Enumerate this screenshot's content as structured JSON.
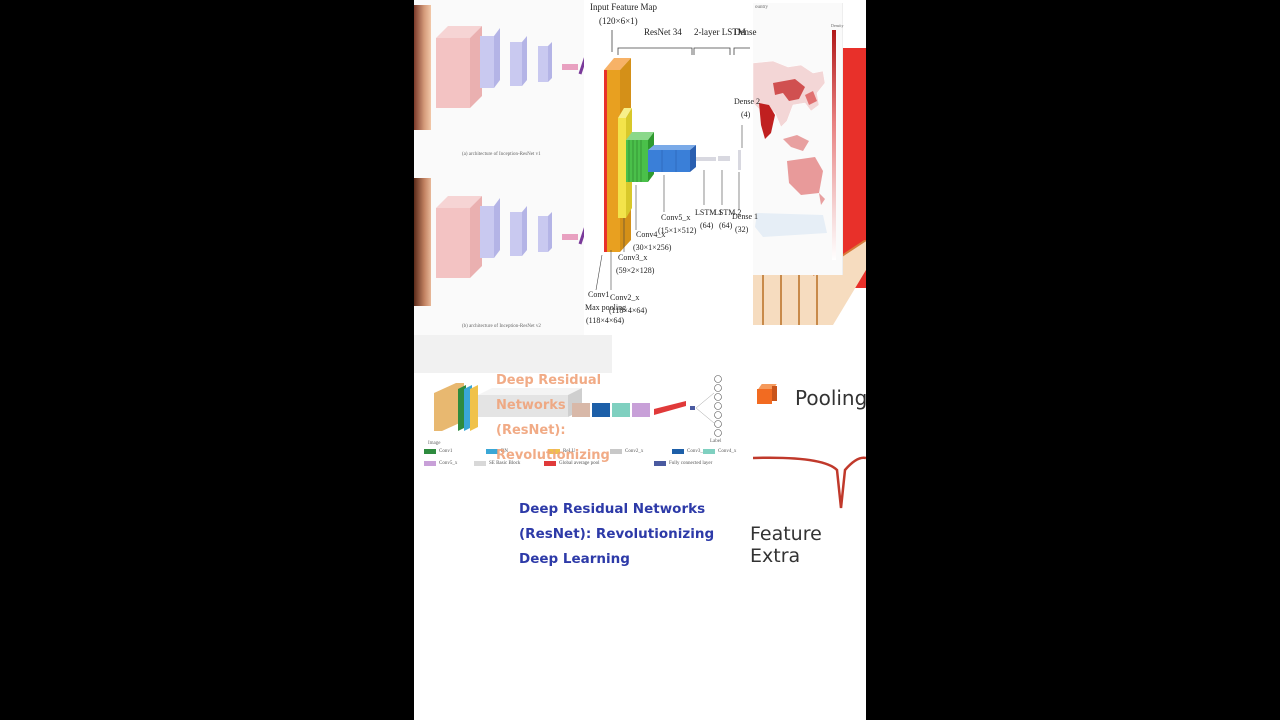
{
  "collage": {
    "inception": {
      "caption_a": "(a) architecture of Inception-ResNet v1",
      "caption_b": "(b) architecture of Inception-ResNet v2"
    },
    "resnet_lstm": {
      "input_label_1": "Input Feature Map",
      "input_label_2": "(120×6×1)",
      "resnet_label": "ResNet 34",
      "lstm_label": "2-layer LSTM",
      "dense_label": "Dense",
      "dense2_label_1": "Dense 2",
      "dense2_label_2": "(4)",
      "conv5_label_1": "Conv5_x",
      "conv5_label_2": "(15×1×512)",
      "conv4_label_1": "Conv4_x",
      "conv4_label_2": "(30×1×256)",
      "conv3_label_1": "Conv3_x",
      "conv3_label_2": "(59×2×128)",
      "conv2_label_1": "Conv2_x",
      "conv2_label_2": "(118×4×64)",
      "conv1_label_1": "Conv1",
      "conv1_label_2": "Max pooling",
      "conv1_label_3": "(118×4×64)",
      "lstm1_label_1": "LSTM 1",
      "lstm1_label_2": "(64)",
      "lstm2_label_1": "LSTM 2",
      "lstm2_label_2": "(64)",
      "dense1_label_1": "Dense 1",
      "dense1_label_2": "(32)"
    },
    "map": {
      "title": "ountry",
      "legend_title": "Density"
    },
    "se_resnet_legend": {
      "image_label": "Image",
      "label_label": "Label",
      "items_row1": [
        {
          "name": "Conv1",
          "color": "#2e8b3e"
        },
        {
          "name": "BN",
          "color": "#3aa7d6"
        },
        {
          "name": "ReLU",
          "color": "#f0c24a"
        },
        {
          "name": "Conv2_x",
          "color": "#c8c8c8"
        },
        {
          "name": "Conv3_x",
          "color": "#1d5fa8"
        },
        {
          "name": "Conv4_x",
          "color": "#7fd0c0"
        }
      ],
      "items_row2": [
        {
          "name": "Conv5_x",
          "color": "#c8a0d8"
        },
        {
          "name": "SE Basic Block",
          "color": "#d8d8d8"
        },
        {
          "name": "Global average pool",
          "color": "#e03a3a"
        },
        {
          "name": "Fully connected layer",
          "color": "#4a5aa0"
        }
      ]
    },
    "right_panel": {
      "pooling_label": "Pooling",
      "feature_label": "Feature Extra"
    }
  },
  "overlay_title_orange": "Deep Residual Networks (ResNet): Revolutionizing",
  "main_title": "Deep Residual Networks (ResNet): Revolutionizing Deep Learning",
  "colors": {
    "background": "#000000",
    "frame": "#ffffff",
    "title_blue": "#2d3aa8",
    "title_orange": "#f0a37a",
    "accent_red": "#e8302a",
    "pooling_orange": "#f26b21"
  }
}
